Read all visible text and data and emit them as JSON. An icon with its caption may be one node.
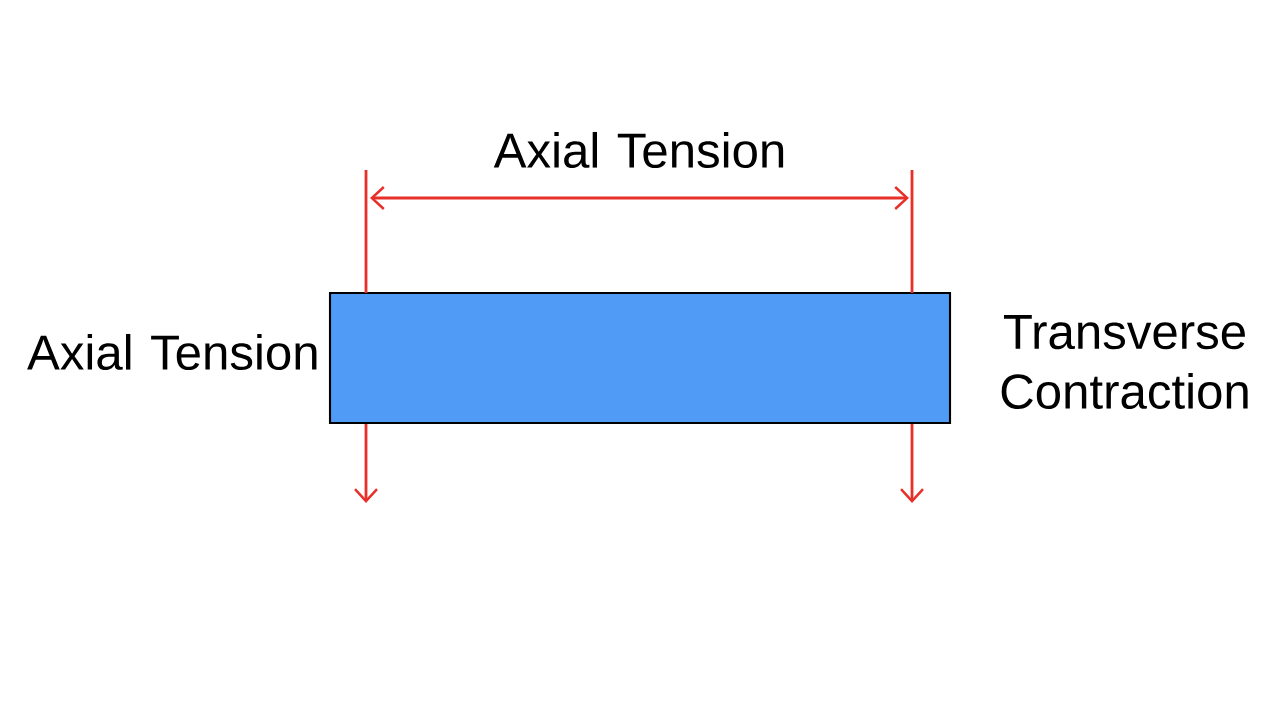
{
  "diagram": {
    "nodes": [
      {
        "text": [],
        "shape": "bar"
      }
    ],
    "labels": [
      "Axial Tension",
      "Axial Tension",
      "Transverse Contraction"
    ]
  }
}
